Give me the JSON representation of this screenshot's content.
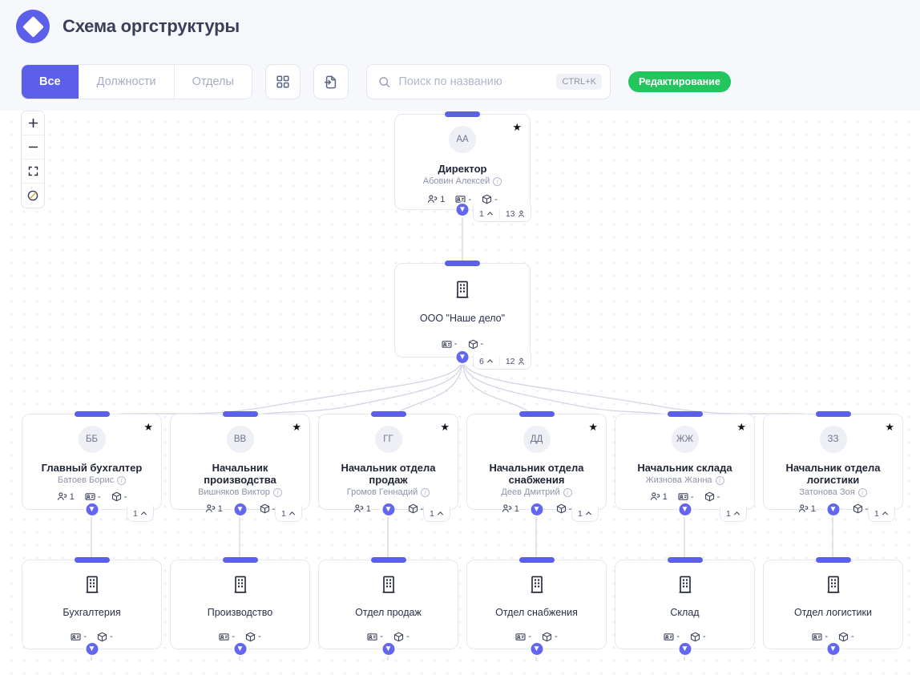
{
  "header": {
    "title": "Схема оргструктуры",
    "logo_icon": "diamond-logo-icon",
    "accent_color": "#5b5fe9"
  },
  "toolbar": {
    "tabs": [
      {
        "label": "Все",
        "active": true
      },
      {
        "label": "Должности",
        "active": false
      },
      {
        "label": "Отделы",
        "active": false
      }
    ],
    "grid_view_icon": "grid-view-icon",
    "export_icon": "export-file-icon",
    "search": {
      "icon": "search-icon",
      "value": "",
      "placeholder": "Поиск по названию",
      "shortcut": "CTRL+K"
    },
    "status_pill": {
      "label": "Редактирование",
      "color": "#22c55e"
    }
  },
  "zoom_controls": [
    {
      "name": "zoom-in",
      "glyph": "+"
    },
    {
      "name": "zoom-out",
      "glyph": "−"
    },
    {
      "name": "fit-screen",
      "glyph": "fullscreen-icon"
    },
    {
      "name": "lock-canvas",
      "glyph": "no-entry-icon"
    }
  ],
  "chart_data": {
    "type": "org-chart",
    "title": "Схема оргструктуры",
    "nodes": [
      {
        "id": "director",
        "kind": "position",
        "avatar": "АА",
        "title": "Директор",
        "person": "Абовин Алексей",
        "starred": true,
        "metrics": {
          "people": "1",
          "cards": "-",
          "assets": "-"
        },
        "badges": [
          {
            "value": "1",
            "icon": "chevron-up-icon"
          },
          {
            "value": "13",
            "icon": "person-icon"
          }
        ]
      },
      {
        "id": "company",
        "kind": "department",
        "icon": "building-icon",
        "title": "ООО \"Наше дело\"",
        "starred": false,
        "metrics": {
          "cards": "-",
          "assets": "-"
        },
        "badges": [
          {
            "value": "6",
            "icon": "chevron-up-icon"
          },
          {
            "value": "12",
            "icon": "person-icon"
          }
        ]
      },
      {
        "id": "chief-accountant",
        "kind": "position",
        "avatar": "ББ",
        "title": "Главный бухгалтер",
        "person": "Батоев Борис",
        "starred": true,
        "metrics": {
          "people": "1",
          "cards": "-",
          "assets": "-"
        },
        "badges": [
          {
            "value": "1",
            "icon": "chevron-up-icon"
          }
        ]
      },
      {
        "id": "head-production",
        "kind": "position",
        "avatar": "ВВ",
        "title": "Начальник производства",
        "person": "Вишняков Виктор",
        "starred": true,
        "metrics": {
          "people": "1",
          "cards": "-",
          "assets": "-"
        },
        "badges": [
          {
            "value": "1",
            "icon": "chevron-up-icon"
          }
        ]
      },
      {
        "id": "head-sales",
        "kind": "position",
        "avatar": "ГГ",
        "title": "Начальник отдела продаж",
        "person": "Громов Геннадий",
        "starred": true,
        "metrics": {
          "people": "1",
          "cards": "-",
          "assets": "-"
        },
        "badges": [
          {
            "value": "1",
            "icon": "chevron-up-icon"
          }
        ]
      },
      {
        "id": "head-supply",
        "kind": "position",
        "avatar": "ДД",
        "title": "Начальник отдела снабжения",
        "person": "Деев Дмитрий",
        "starred": true,
        "metrics": {
          "people": "1",
          "cards": "-",
          "assets": "-"
        },
        "badges": [
          {
            "value": "1",
            "icon": "chevron-up-icon"
          }
        ]
      },
      {
        "id": "head-warehouse",
        "kind": "position",
        "avatar": "ЖЖ",
        "title": "Начальник склада",
        "person": "Жизнова Жанна",
        "starred": true,
        "metrics": {
          "people": "1",
          "cards": "-",
          "assets": "-"
        },
        "badges": [
          {
            "value": "1",
            "icon": "chevron-up-icon"
          }
        ]
      },
      {
        "id": "head-logistics",
        "kind": "position",
        "avatar": "ЗЗ",
        "title": "Начальник отдела логистики",
        "person": "Затонова Зоя",
        "starred": true,
        "metrics": {
          "people": "1",
          "cards": "-",
          "assets": "-"
        },
        "badges": [
          {
            "value": "1",
            "icon": "chevron-up-icon"
          }
        ]
      },
      {
        "id": "dept-accounting",
        "kind": "department",
        "icon": "building-icon",
        "title": "Бухгалтерия",
        "starred": false,
        "metrics": {
          "cards": "-",
          "assets": "-"
        },
        "badges": []
      },
      {
        "id": "dept-production",
        "kind": "department",
        "icon": "building-icon",
        "title": "Производство",
        "starred": false,
        "metrics": {
          "cards": "-",
          "assets": "-"
        },
        "badges": []
      },
      {
        "id": "dept-sales",
        "kind": "department",
        "icon": "building-icon",
        "title": "Отдел продаж",
        "starred": false,
        "metrics": {
          "cards": "-",
          "assets": "-"
        },
        "badges": []
      },
      {
        "id": "dept-supply",
        "kind": "department",
        "icon": "building-icon",
        "title": "Отдел снабжения",
        "starred": false,
        "metrics": {
          "cards": "-",
          "assets": "-"
        },
        "badges": []
      },
      {
        "id": "dept-warehouse",
        "kind": "department",
        "icon": "building-icon",
        "title": "Склад",
        "starred": false,
        "metrics": {
          "cards": "-",
          "assets": "-"
        },
        "badges": []
      },
      {
        "id": "dept-logistics",
        "kind": "department",
        "icon": "building-icon",
        "title": "Отдел логистики",
        "starred": false,
        "metrics": {
          "cards": "-",
          "assets": "-"
        },
        "badges": []
      }
    ],
    "edges": [
      [
        "director",
        "company"
      ],
      [
        "company",
        "chief-accountant"
      ],
      [
        "company",
        "head-production"
      ],
      [
        "company",
        "head-sales"
      ],
      [
        "company",
        "head-supply"
      ],
      [
        "company",
        "head-warehouse"
      ],
      [
        "company",
        "head-logistics"
      ],
      [
        "chief-accountant",
        "dept-accounting"
      ],
      [
        "head-production",
        "dept-production"
      ],
      [
        "head-sales",
        "dept-sales"
      ],
      [
        "head-supply",
        "dept-supply"
      ],
      [
        "head-warehouse",
        "dept-warehouse"
      ],
      [
        "head-logistics",
        "dept-logistics"
      ]
    ]
  }
}
